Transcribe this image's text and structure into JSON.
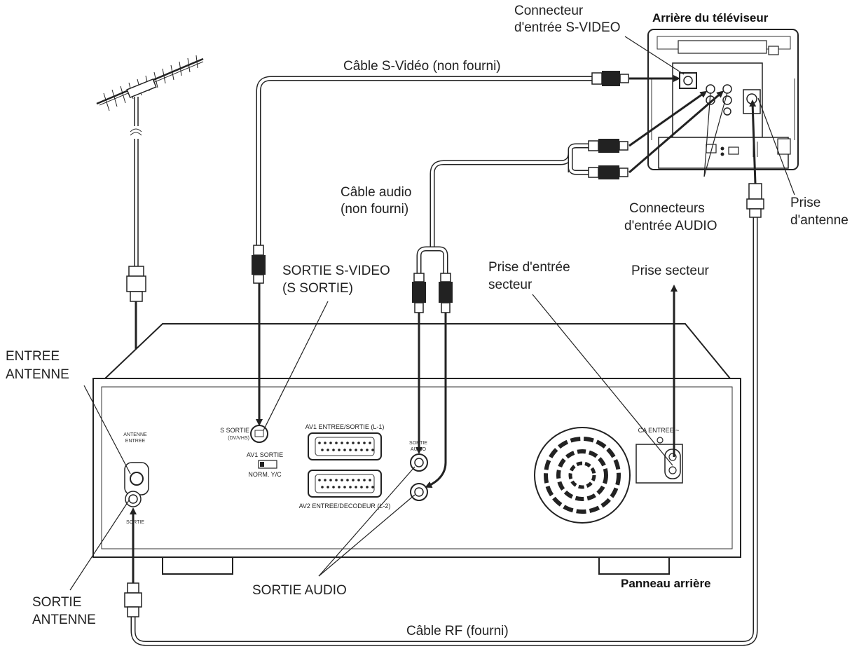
{
  "labels": {
    "connecteur_svideo_1": "Connecteur",
    "connecteur_svideo_2": "d'entrée S-VIDEO",
    "arriere_tv": "Arrière du téléviseur",
    "cable_svideo": "Câble S-Vidéo (non fourni)",
    "cable_audio_1": "Câble audio",
    "cable_audio_2": "(non fourni)",
    "connecteurs_audio_1": "Connecteurs",
    "connecteurs_audio_2": "d'entrée AUDIO",
    "prise_antenne_1": "Prise",
    "prise_antenne_2": "d'antenne",
    "sortie_svideo_1": "SORTIE S-VIDEO",
    "sortie_svideo_2": "(S SORTIE)",
    "prise_entree_secteur_1": "Prise d'entrée",
    "prise_entree_secteur_2": "secteur",
    "prise_secteur": "Prise secteur",
    "entree_antenne_1": "ENTREE",
    "entree_antenne_2": "ANTENNE",
    "sortie_antenne_1": "SORTIE",
    "sortie_antenne_2": "ANTENNE",
    "sortie_audio": "SORTIE AUDIO",
    "panneau_arriere": "Panneau arrière",
    "cable_rf": "Câble RF (fourni)"
  },
  "panel": {
    "antenne_entree_1": "ANTENNE",
    "antenne_entree_2": "ENTREE",
    "antenne_sortie": "SORTIE",
    "s_sortie": "S SORTIE",
    "s_sortie_sub": "(DV/VHS)",
    "av1_sortie": "AV1 SORTIE",
    "norm_yc": "NORM. Y/C",
    "av1_entree_sortie": "AV1 ENTREE/SORTIE (L-1)",
    "av2_entree_decodeur": "AV2 ENTREE/DECODEUR (L-2)",
    "sortie_audio_1": "SORTIE",
    "sortie_audio_2": "AUDIO",
    "ca_entree": "CA ENTREE ~"
  }
}
